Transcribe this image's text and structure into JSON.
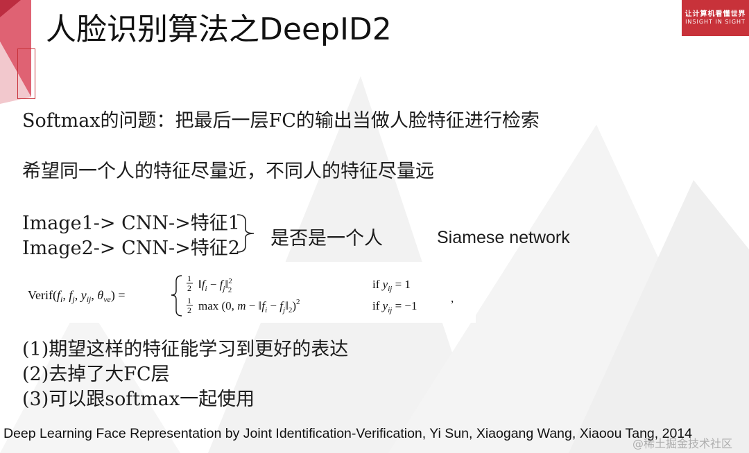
{
  "slide": {
    "title": "人脸识别算法之DeepID2",
    "logo_line1": "让计算机看懂世界",
    "logo_line2": "INSIGHT IN SIGHT",
    "problem": "Softmax的问题：把最后一层FC的输出当做人脸特征进行检索",
    "hope": "希望同一个人的特征尽量近，不同人的特征尽量远",
    "pipeline1": "Image1-> CNN->特征1",
    "pipeline2": "Image2-> CNN->特征2",
    "same_person": "是否是一个人",
    "siamese": "Siamese network",
    "point1": "(1)期望这样的特征能学习到更好的表达",
    "point2": "(2)去掉了大FC层",
    "point3": "(3)可以跟softmax一起使用",
    "citation": "Deep Learning Face Representation by Joint Identification-Verification, Yi Sun, Xiaogang Wang, Xiaoou Tang, 2014",
    "watermark": "@稀土掘金技术社区"
  },
  "formula": {
    "lhs": "Verif(",
    "case1_cond": "if y",
    "case1_val": "= 1",
    "case2_cond": "if y",
    "case2_val": "= −1"
  }
}
